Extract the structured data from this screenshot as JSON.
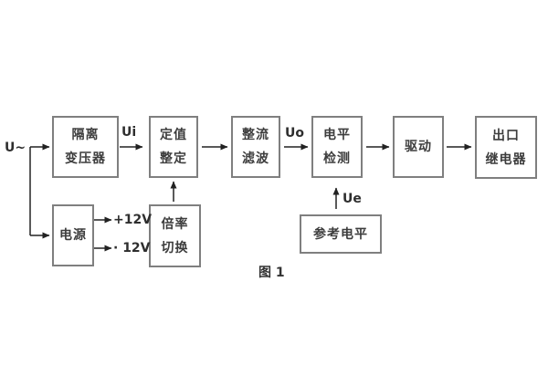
{
  "diagram": {
    "caption": "图 1",
    "signals": {
      "input": "U~",
      "ui": "Ui",
      "uo": "Uo",
      "ue": "Ue",
      "plus12v": "+12V",
      "minus12v": "· 12V"
    },
    "blocks": {
      "isolation_transformer": {
        "line1": "隔离",
        "line2": "变压器"
      },
      "setting_adjust": {
        "line1": "定值",
        "line2": "整定"
      },
      "rectifier_filter": {
        "line1": "整流",
        "line2": "滤波"
      },
      "level_detection": {
        "line1": "电平",
        "line2": "检测"
      },
      "drive": {
        "label": "驱动"
      },
      "output_relay": {
        "line1": "出口",
        "line2": "继电器"
      },
      "power_supply": {
        "label": "电源"
      },
      "ratio_switch": {
        "line1": "倍率",
        "line2": "切换"
      },
      "reference_level": {
        "label": "参考电平"
      }
    },
    "colors": {
      "background": "#ffffff",
      "border": "#7f7f7f",
      "text": "#3d3d3d",
      "line": "#222222"
    }
  }
}
